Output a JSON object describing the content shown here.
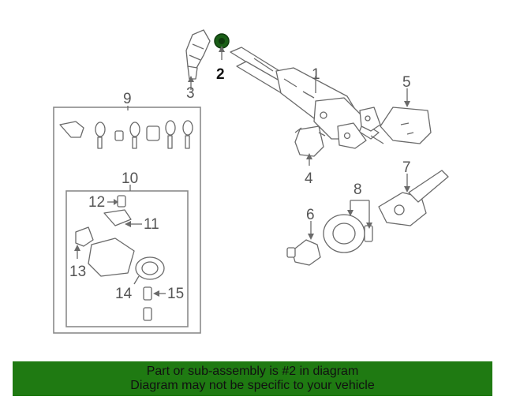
{
  "callouts": {
    "c1": "1",
    "c2": "2",
    "c3": "3",
    "c4": "4",
    "c5": "5",
    "c6": "6",
    "c7": "7",
    "c8": "8",
    "c9": "9",
    "c10": "10",
    "c11": "11",
    "c12": "12",
    "c13": "13",
    "c14": "14",
    "c15": "15"
  },
  "highlighted_part": "2",
  "colors": {
    "banner": "#1f7a12",
    "highlight_part": "#1a5e17",
    "line_art": "#6a6a6a"
  },
  "banner": {
    "line1": "Part or sub-assembly is #2 in diagram",
    "line2": "Diagram may not be specific to your vehicle"
  }
}
